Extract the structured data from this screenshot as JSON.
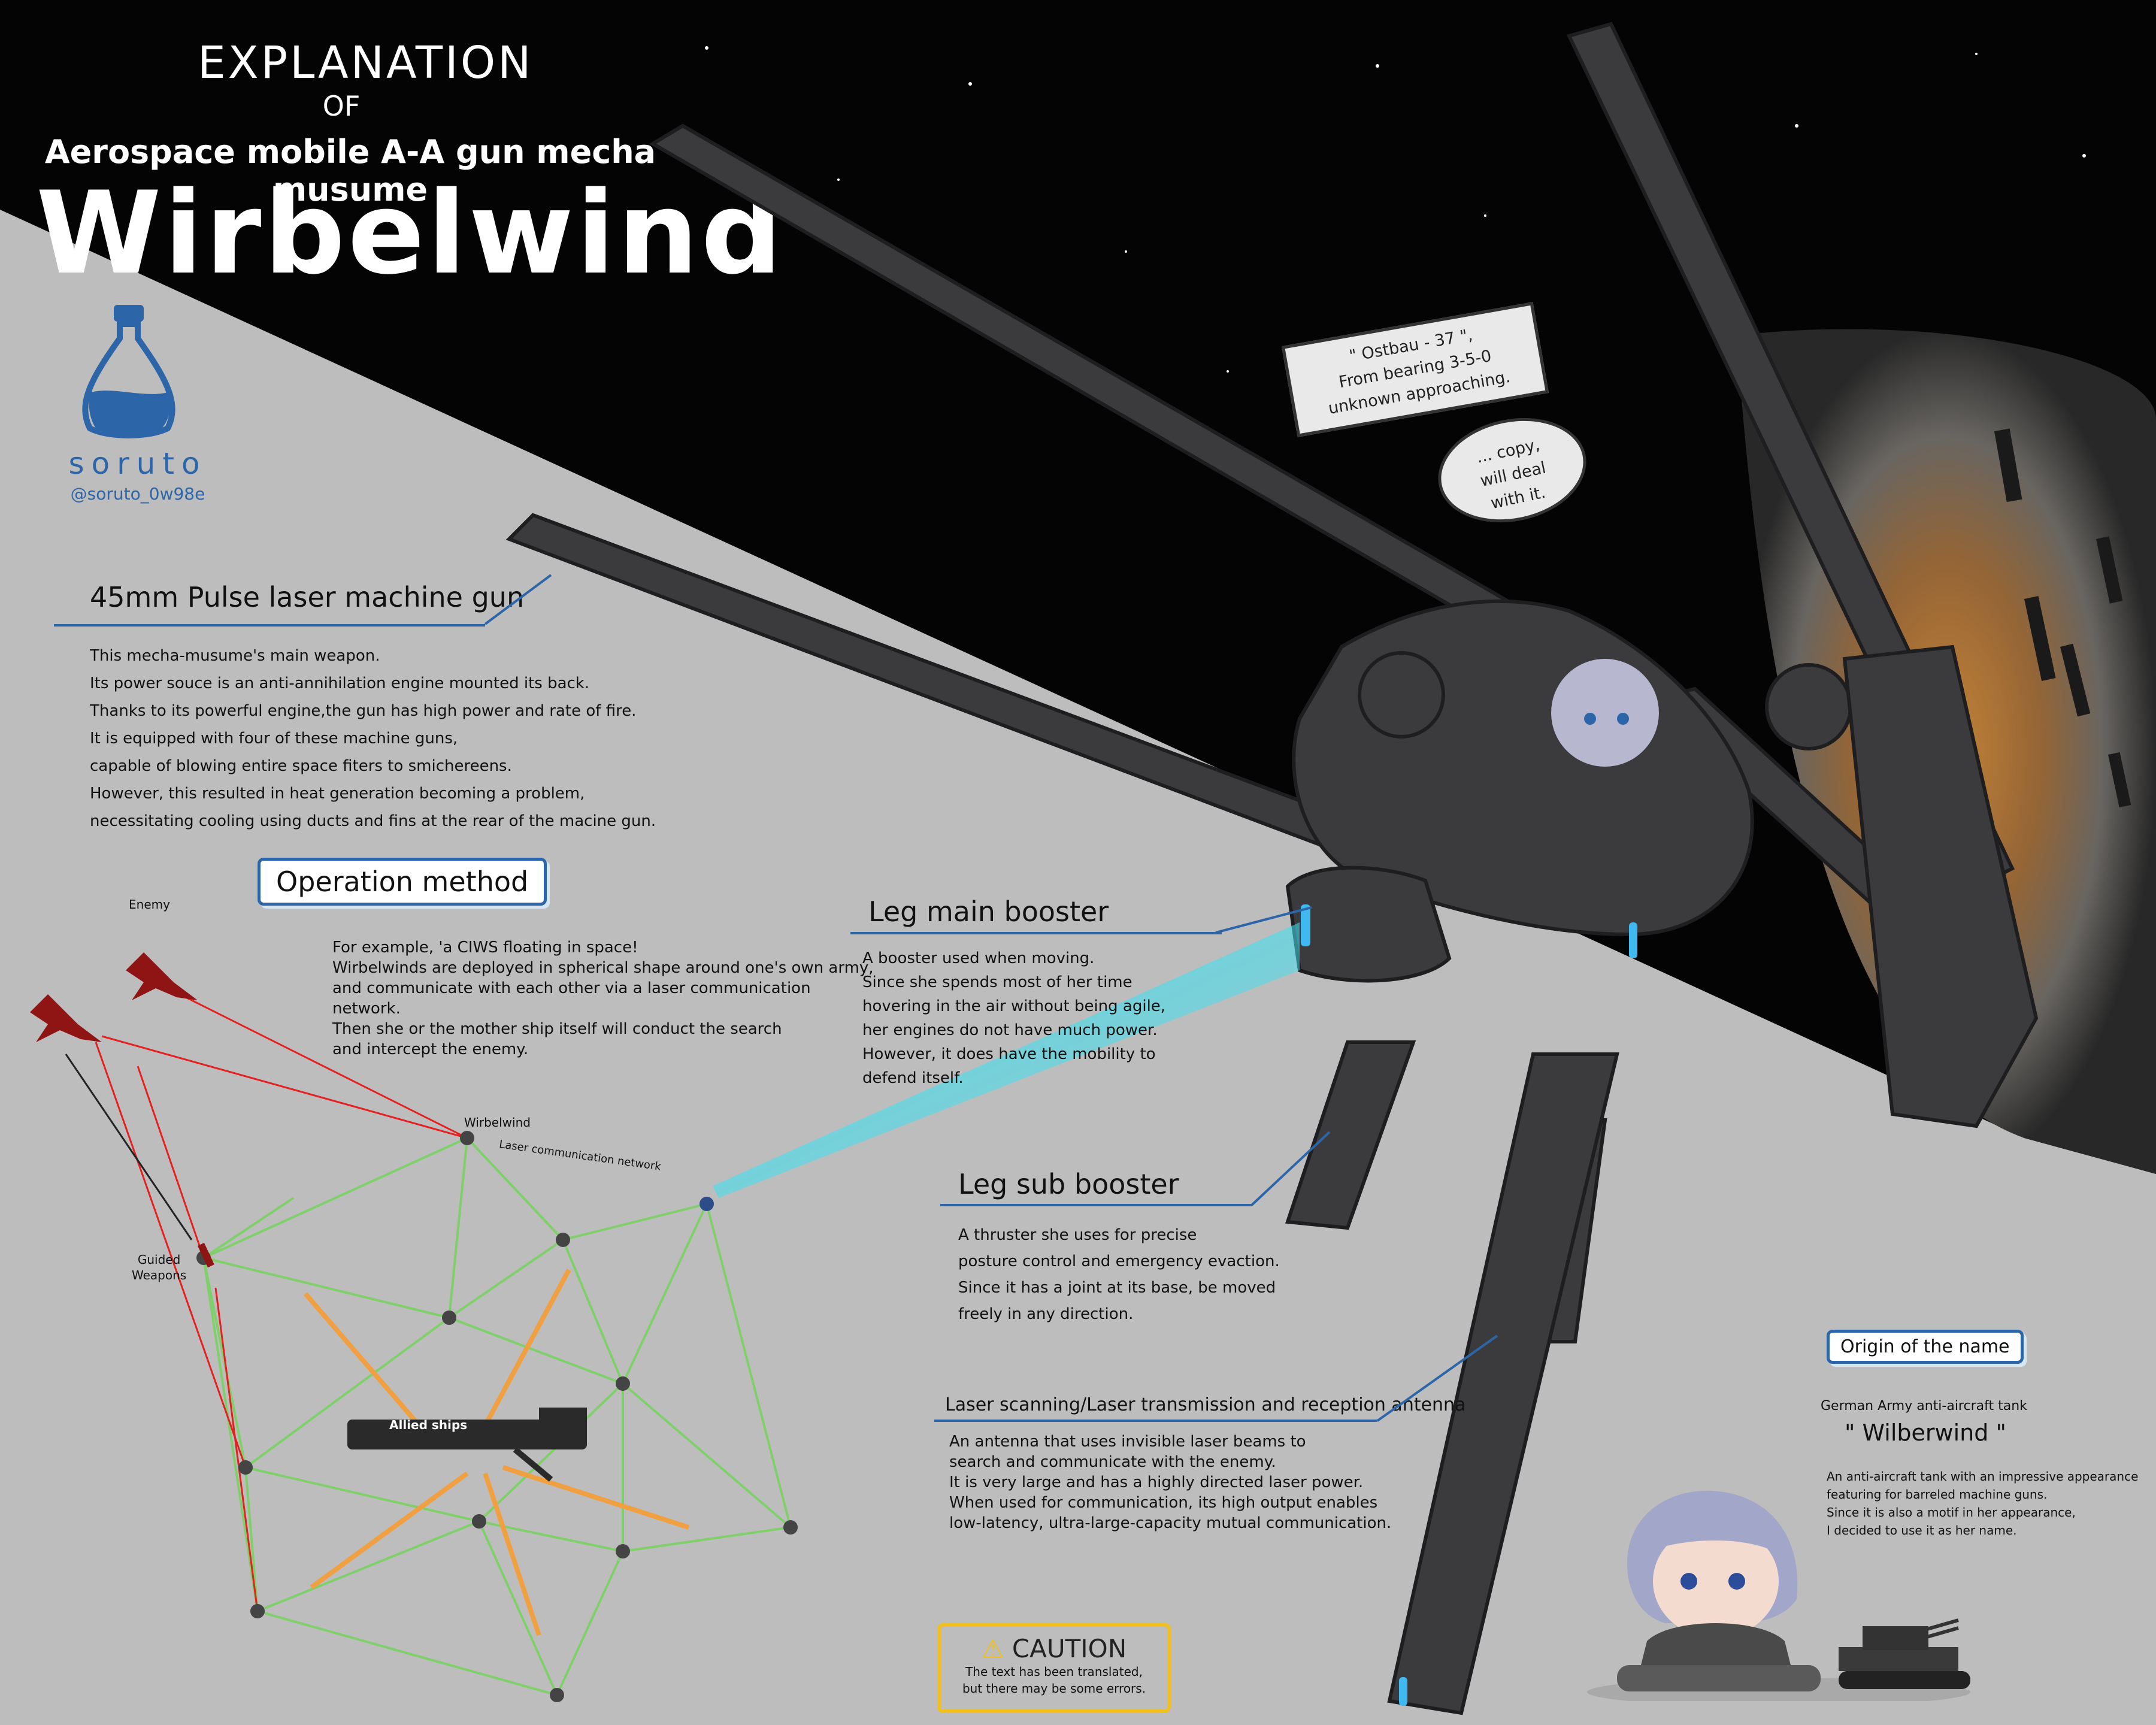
{
  "title": {
    "line1": "EXPLANATION",
    "line2": "OF",
    "line3": "Aerospace mobile A-A gun mecha musume",
    "name": "Wirbelwind"
  },
  "author": {
    "name": "soruto",
    "handle": "@soruto_0w98e"
  },
  "speech": {
    "radio": [
      "\" Ostbau - 37 \",",
      "From bearing 3-5-0",
      "unknown approaching."
    ],
    "reply": [
      "... copy,",
      "will deal",
      "with it."
    ]
  },
  "sections": {
    "gun": {
      "title": "45mm Pulse laser machine gun",
      "lines": [
        "This mecha-musume's main weapon.",
        "Its power souce is an anti-annihilation engine mounted its back.",
        "Thanks to its powerful engine,the gun has high power and rate of fire.",
        "It is equipped with four of these machine guns,",
        "capable of blowing entire space fiters to smichereens.",
        "However, this resulted in heat generation becoming a problem,",
        "necessitating cooling using ducts and fins at the rear of the macine gun."
      ]
    },
    "operation": {
      "title": "Operation method",
      "lines": [
        "For example, 'a CIWS floating in space!",
        "Wirbelwinds are deployed in spherical shape around one's own army,",
        "and communicate with each other via a laser communication",
        "network.",
        "Then she or the mother ship itself will conduct the search",
        "and intercept the enemy."
      ]
    },
    "leg_main": {
      "title": "Leg main booster",
      "lines": [
        "A booster used when moving.",
        "Since she spends most of her time",
        "hovering in the air without being agile,",
        "her engines do not have much power.",
        "However, it does have the mobility to",
        "defend itself."
      ]
    },
    "leg_sub": {
      "title": "Leg sub booster",
      "lines": [
        "A thruster she uses for precise",
        "posture control and emergency evaction.",
        "Since it has a joint at its base, be moved",
        "freely in any direction."
      ]
    },
    "antenna": {
      "title": "Laser scanning/Laser transmission and reception antenna",
      "lines": [
        "An antenna that uses invisible laser beams to",
        "search and communicate with the enemy.",
        "It is very large and has a highly directed laser power.",
        "When used for communication, its high output enables",
        "low-latency, ultra-large-capacity mutual communication."
      ]
    },
    "origin": {
      "title": "Origin of the name",
      "subtitle": "German Army anti-aircraft tank",
      "name": "\" Wilberwind \"",
      "lines": [
        "An anti-aircraft tank with an impressive appearance",
        "featuring for barreled machine guns.",
        "Since it is also a motif in her appearance,",
        "I decided to use it as her name."
      ]
    }
  },
  "diagram": {
    "enemy": "Enemy",
    "wirbelwind": "Wirbelwind",
    "network": "Laser communication network",
    "guided": [
      "Guided",
      "Weapons"
    ],
    "allied": "Allied ships"
  },
  "caution": {
    "label": "CAUTION",
    "lines": [
      "The text has been translated,",
      "but there may be some errors."
    ]
  },
  "colors": {
    "space": "#040404",
    "panel": "#bdbdbd",
    "accent_blue": "#2d66a8",
    "enemy_red": "#8f1414",
    "network_green": "#7fcf6a",
    "arrow_orange": "#f0a040",
    "laser_cyan": "#3fe0f0",
    "caution_yellow": "#f0c020"
  }
}
